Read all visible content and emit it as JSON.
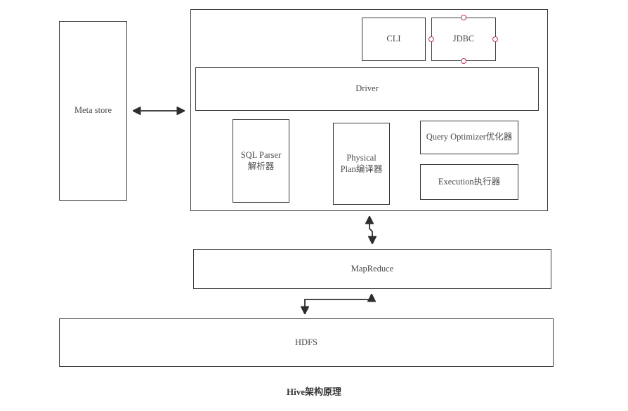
{
  "diagram": {
    "caption": "Hive架构原理",
    "nodes": {
      "meta_store": "Meta store",
      "hive_container": "",
      "cli": "CLI",
      "jdbc": "JDBC",
      "driver": "Driver",
      "sql_parser": "SQL Parser\n解析器",
      "physical_plan": "Physical\nPlan编译器",
      "query_optimizer": "Query Optimizer优化器",
      "execution": "Execution执行器",
      "mapreduce": "MapReduce",
      "hdfs": "HDFS"
    },
    "connectors": [
      {
        "name": "metastore-to-hive",
        "type": "double-headed-horizontal-arrow",
        "from": "meta_store",
        "to": "hive_container"
      },
      {
        "name": "hive-to-mapreduce",
        "type": "double-headed-vertical-arrow",
        "from": "hive_container",
        "to": "mapreduce"
      },
      {
        "name": "mapreduce-to-hdfs",
        "type": "elbow-double-arrow",
        "from": "mapreduce",
        "to": "hdfs"
      }
    ],
    "selection": {
      "selected_node": "jdbc",
      "handle_color": "#c03050",
      "handles": [
        "top-center",
        "left-middle",
        "right-middle",
        "bottom-center"
      ]
    },
    "colors": {
      "background": "#ffffff",
      "stroke": "#3a3a3a",
      "text": "#4a4a4a",
      "caption": "#333333",
      "handle": "#c03050"
    }
  }
}
